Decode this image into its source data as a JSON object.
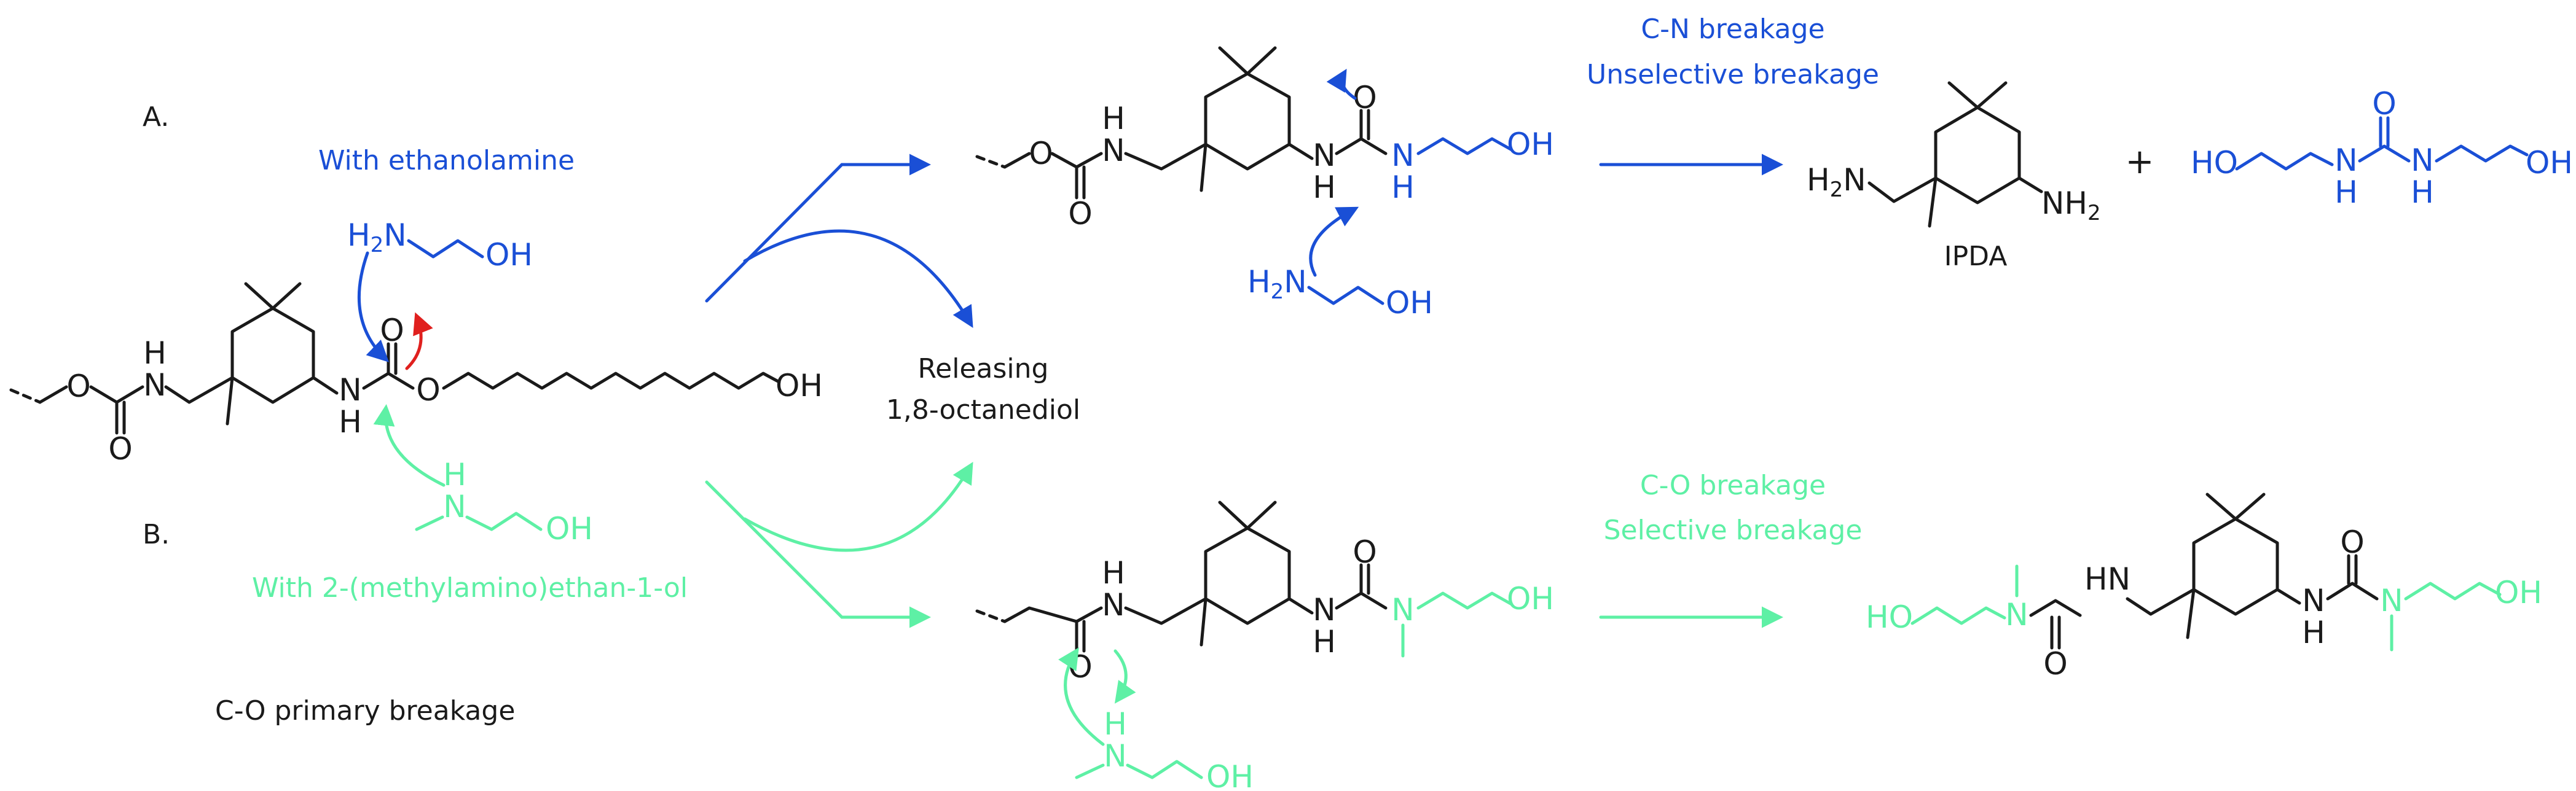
{
  "colors": {
    "black": "#1a1a1a",
    "blue": "#1a4fd6",
    "green": "#5ef0a5",
    "red": "#e0201e"
  },
  "labels": {
    "section_a": "A.",
    "section_b": "B.",
    "with_ethanolamine": "With ethanolamine",
    "with_methylamino": "With 2-(methylamino)ethan-1-ol",
    "primary_breakage": "C-O primary breakage",
    "releasing_line1": "Releasing",
    "releasing_line2": "1,8-octanediol",
    "cn_breakage": "C-N breakage",
    "unselective": "Unselective breakage",
    "co_breakage": "C-O breakage",
    "selective": "Selective breakage",
    "ipda": "IPDA",
    "plus": "+"
  },
  "atoms": {
    "N": "N",
    "H": "H",
    "O": "O",
    "OH": "OH",
    "HO": "HO",
    "NH": "NH",
    "HN": "HN",
    "H2N": "H2N",
    "NH2": "NH2",
    "H2N_main": "H",
    "H2N_sub": "2",
    "H2N_tail": "N",
    "NH2_head": "NH",
    "NH2_sub": "2"
  }
}
